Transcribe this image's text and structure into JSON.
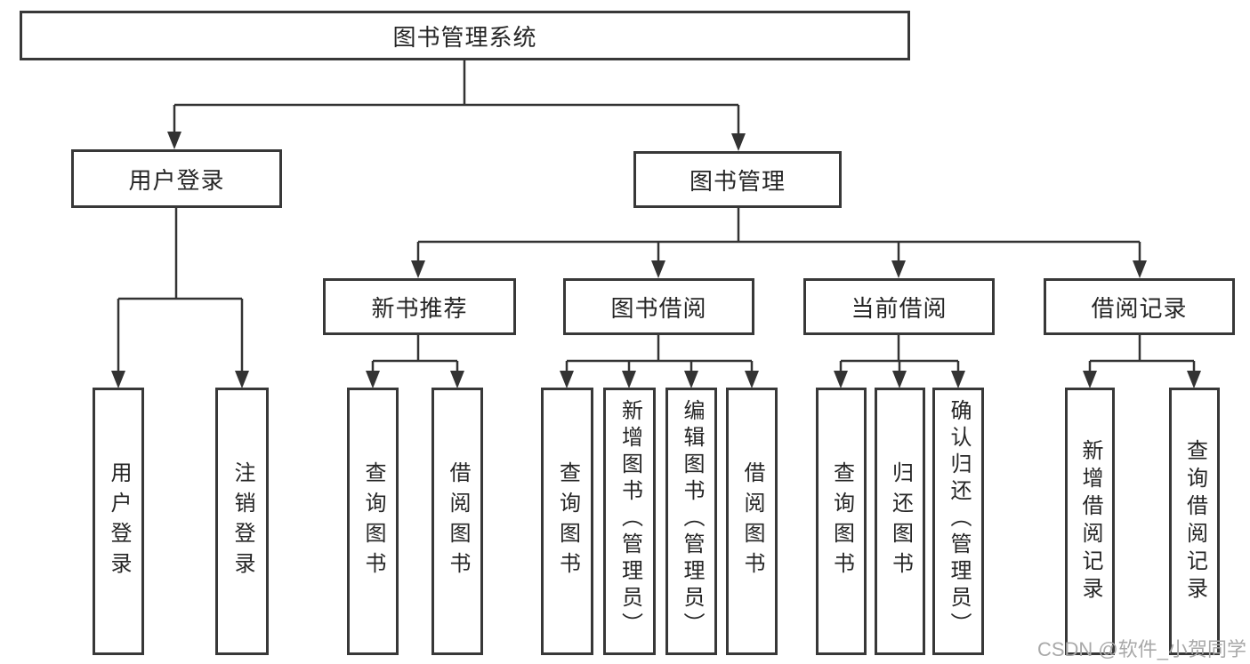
{
  "root": {
    "label": "图书管理系统"
  },
  "level2": {
    "user_login": {
      "label": "用户登录"
    },
    "book_management": {
      "label": "图书管理"
    }
  },
  "level3": {
    "new_book_recommend": {
      "label": "新书推荐"
    },
    "book_borrow": {
      "label": "图书借阅"
    },
    "current_borrow": {
      "label": "当前借阅"
    },
    "borrow_records": {
      "label": "借阅记录"
    }
  },
  "leaves": {
    "user_login": [
      "用户登录",
      "注销登录"
    ],
    "new_book_recommend": [
      "查询图书",
      "借阅图书"
    ],
    "book_borrow": [
      "查询图书",
      "新增图书（管理员）",
      "编辑图书（管理员）",
      "借阅图书"
    ],
    "current_borrow": [
      "查询图书",
      "归还图书",
      "确认归还（管理员）"
    ],
    "borrow_records": [
      "新增借阅记录",
      "查询借阅记录"
    ]
  },
  "watermark": "CSDN @软件_小贺同学",
  "colors": {
    "line": "#333333",
    "border": "#383838",
    "text": "#262626",
    "watermark": "#a9a9a9"
  }
}
